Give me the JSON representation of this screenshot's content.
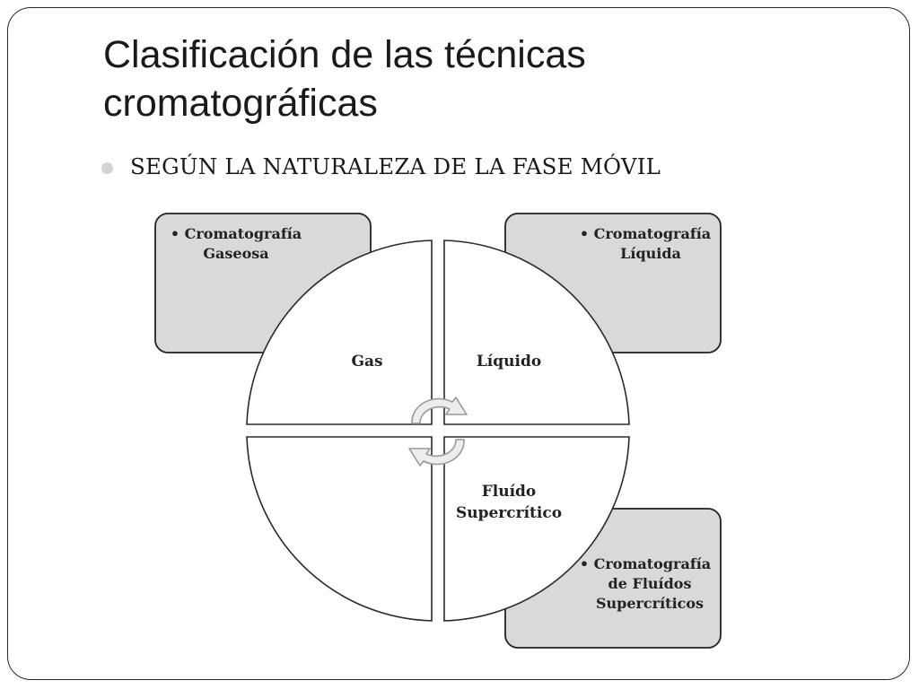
{
  "slide": {
    "title_line1": "Clasificación de las técnicas",
    "title_line2": "cromatográficas",
    "bullet": "SEGÚN LA NATURALEZA DE LA FASE MÓVIL"
  },
  "diagram": {
    "segments": {
      "top_left": "Gas",
      "top_right": "Líquido",
      "bottom_left": "",
      "bottom_right_line1": "Fluído",
      "bottom_right_line2": "Supercrítico"
    },
    "boxes": {
      "top_left": {
        "line1": "• Cromatografía",
        "line2": "Gaseosa"
      },
      "top_right": {
        "line1": "• Cromatografía",
        "line2": "Líquida"
      },
      "bottom_right": {
        "line1": "• Cromatografía",
        "line2": "de Fluídos",
        "line3": "Supercríticos"
      }
    },
    "icons": [
      "cycle-arrow-icon",
      "cycle-arrow-icon"
    ],
    "colors": {
      "box_fill": "#d9d9d9",
      "box_border": "#222222",
      "segment_fill": "#ffffff",
      "arrow_fill": "#ededed",
      "arrow_stroke": "#999999"
    }
  }
}
